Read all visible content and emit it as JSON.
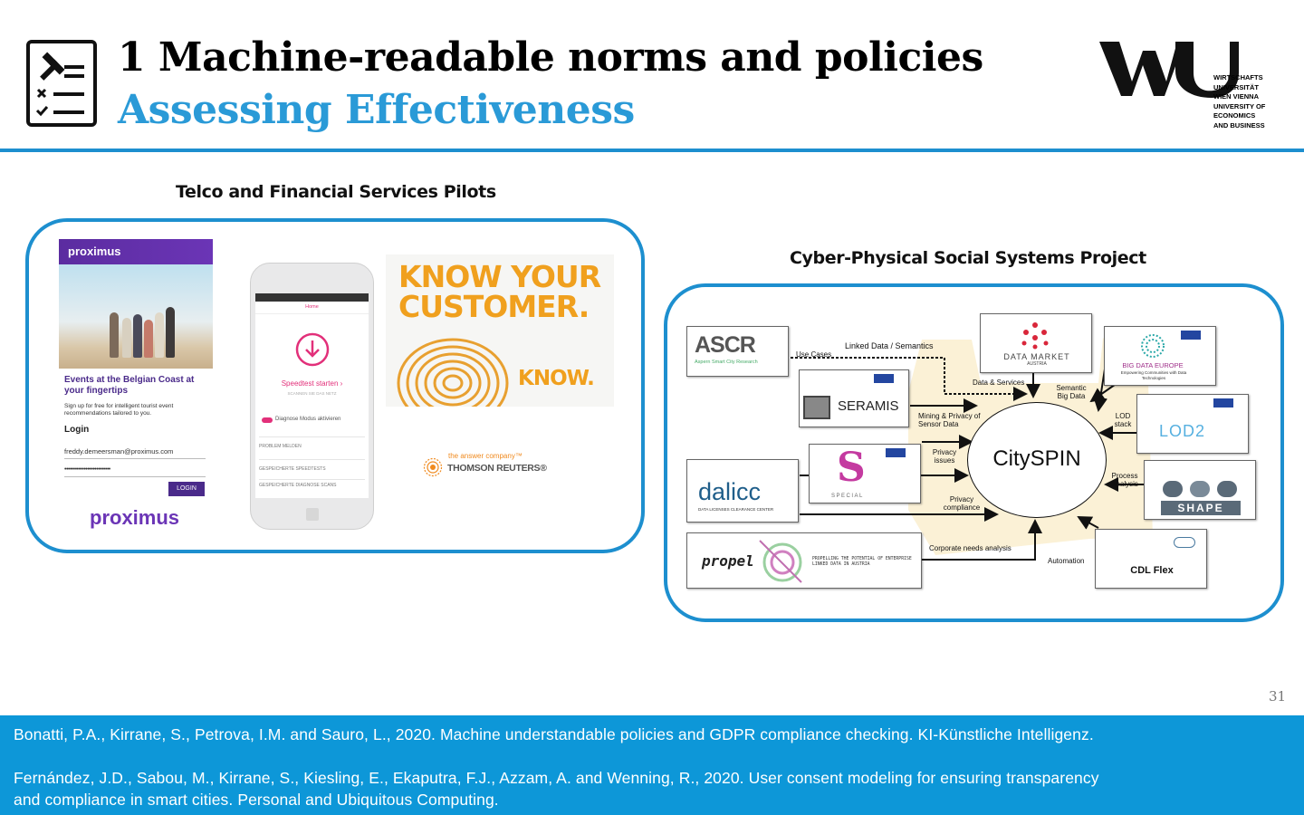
{
  "header": {
    "title": "1 Machine-readable norms and policies",
    "subtitle": "Assessing Effectiveness",
    "logo_text": [
      "WIRTSCHAFTS",
      "UNIVERSITÄT",
      "WIEN VIENNA",
      "UNIVERSITY OF",
      "ECONOMICS",
      "AND BUSINESS"
    ],
    "icon": "checklist-gavel-icon"
  },
  "telco": {
    "title": "Telco and Financial Services Pilots",
    "proximus": {
      "brand": "proximus",
      "headline": "Events at the Belgian Coast at your fingertips",
      "signup": "Sign up for free for intelligent tourist event recommendations tailored to you.",
      "login_label": "Login",
      "email": "freddy.demeersman@proximus.com",
      "password": "••••••••••••••••••••••••••",
      "login_button": "LOGIN"
    },
    "phone": {
      "home": "Home",
      "speedtest": "Speedtest starten ›",
      "speedtest_sub": "SCANNEN SIE DAS NETZ",
      "diagnose": "Diagnose Modus aktivieren",
      "rows": [
        "PROBLEM MELDEN",
        "GESPEICHERTE SPEEDTESTS",
        "GESPEICHERTE DIAGNOSE SCANS"
      ]
    },
    "kyc": {
      "line1": "KNOW YOUR",
      "line2": "CUSTOMER.",
      "know": "KNOW."
    },
    "thomson": {
      "tagline": "the answer company™",
      "name": "THOMSON REUTERS®"
    }
  },
  "cpss": {
    "title": "Cyber-Physical Social Systems Project",
    "center": "CitySPIN",
    "boxes": {
      "ascr": "ASCR",
      "ascr_sub": "Aspern Smart City Research",
      "seramis": "SERAMIS",
      "special": "SPECIAL",
      "dalicc": "dalicc",
      "dalicc_sub": "DATA LICENSES CLEARANCE CENTER",
      "propel": "propel",
      "propel_sub": "PROPELLING THE POTENTIAL OF ENTERPRISE LINKED DATA IN AUSTRIA",
      "datamarket": "DATA MARKET",
      "datamarket_sub": "AUSTRIA",
      "bde": "BIG DATA EUROPE",
      "bde_sub": "Empowering Communities with Data Technologies",
      "lod2": "LOD2",
      "shape": "SHAPE",
      "cdl": "CDL Flex"
    },
    "labels": {
      "use_cases": "Use Cases",
      "linked_data": "Linked Data / Semantics",
      "data_services": "Data & Services",
      "semantic_big_data": "Semantic Big Data",
      "lod_stack": "LOD stack",
      "mining_privacy": "Mining & Privacy of Sensor Data",
      "privacy_issues": "Privacy issues",
      "process_analysis": "Process Analysis",
      "privacy_compliance": "Privacy compliance",
      "corporate_needs": "Corporate needs analysis",
      "automation": "Automation"
    }
  },
  "page_number": "31",
  "references": [
    "Bonatti, P.A., Kirrane, S., Petrova, I.M. and Sauro, L., 2020. Machine understandable policies and GDPR compliance checking. KI-Künstliche Intelligenz.",
    "Fernández, J.D., Sabou, M., Kirrane, S., Kiesling, E., Ekaputra, F.J., Azzam, A. and Wenning, R., 2020. User consent modeling for ensuring transparency",
    "and compliance in smart cities. Personal and Ubiquitous Computing."
  ],
  "colors": {
    "accent": "#1d8fcf",
    "subtitle": "#2a9ad7",
    "footer": "#0d97d8",
    "kyc": "#f0a01e",
    "proximus": "#6b35b6"
  }
}
